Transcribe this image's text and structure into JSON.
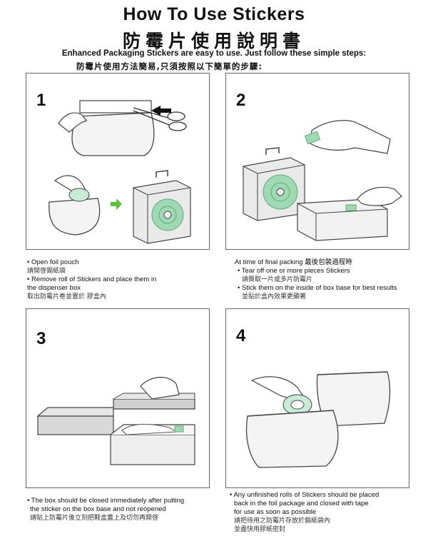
{
  "header": {
    "title": "How To Use Stickers",
    "title_cn": "防霉片使用說明書",
    "subtitle": "Enhanced Packaging Stickers are easy to use.  Just follow these simple steps:",
    "subtitle_cn": "防霉片使用方法簡易,只須按照以下簡單的步驟:"
  },
  "steps": [
    {
      "number": "1"
    },
    {
      "number": "2"
    },
    {
      "number": "3"
    },
    {
      "number": "4"
    }
  ],
  "captions": {
    "step1": [
      "• Open foil pouch",
      "請開啓錫紙袋",
      "• Remove roll of Stickers and place them in",
      "the dispenser box",
      "取出防霉片卷並置於 膠盒內"
    ],
    "step2": [
      "At time of final packing 最後包裝過程時",
      "• Tear off one or more pieces Stickers",
      "請撕取一片或多片防霉片",
      "• Stick them on the inside of box base for best results",
      "並貼於盒內效果更顯著"
    ],
    "step3": [
      "• The box should be closed immediately after putting",
      "the sticker on the box base and not reopened",
      "請貼上防霉片後立刻把鞋盒蓋上及切勿再開啓"
    ],
    "step4": [
      "• Any unfinished rolls of Stickers should be placed",
      "back in the foil package and closed with tape",
      "for use as soon as possible",
      "請把待用之防霉片存放於錫紙袋內",
      "並盡快用膠紙密封"
    ]
  },
  "colors": {
    "sticker_green": "#9fd9b4",
    "arrow_green": "#5fbf3a",
    "box_gray": "#d9d9d9"
  },
  "icons": [
    "scissors-icon",
    "arrow-left-icon",
    "arrow-right-icon"
  ]
}
